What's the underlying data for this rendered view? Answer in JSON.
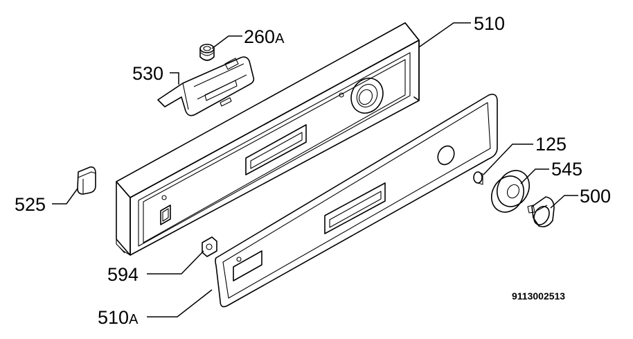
{
  "callouts": {
    "p510": "510",
    "p260a_num": "260",
    "p260a_suf": "A",
    "p530": "530",
    "p125": "125",
    "p545": "545",
    "p500": "500",
    "p525": "525",
    "p594": "594",
    "p510a_num": "510",
    "p510a_suf": "A"
  },
  "document_number": "9113002513"
}
